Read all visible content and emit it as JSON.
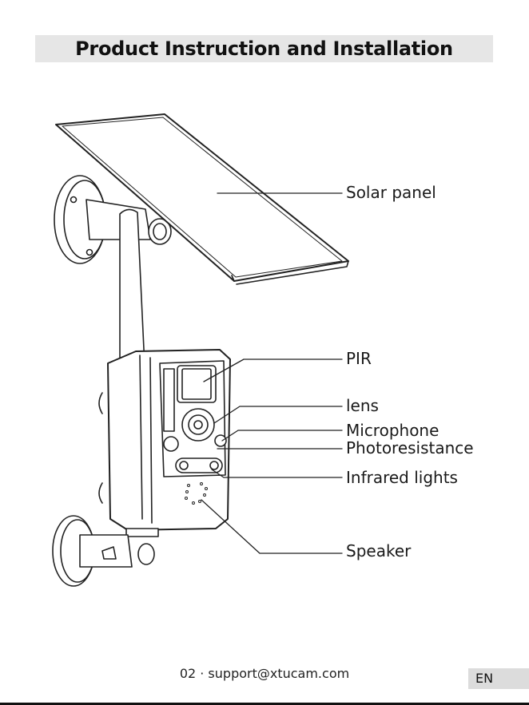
{
  "header": {
    "title": "Product Instruction and Installation"
  },
  "callouts": [
    {
      "label": "Solar panel"
    },
    {
      "label": "PIR"
    },
    {
      "label": "lens"
    },
    {
      "label": "Microphone"
    },
    {
      "label": "Photoresistance"
    },
    {
      "label": "Infrared lights"
    },
    {
      "label": "Speaker"
    }
  ],
  "footer": {
    "text": "02 · support@xtucam.com",
    "language": "EN"
  }
}
